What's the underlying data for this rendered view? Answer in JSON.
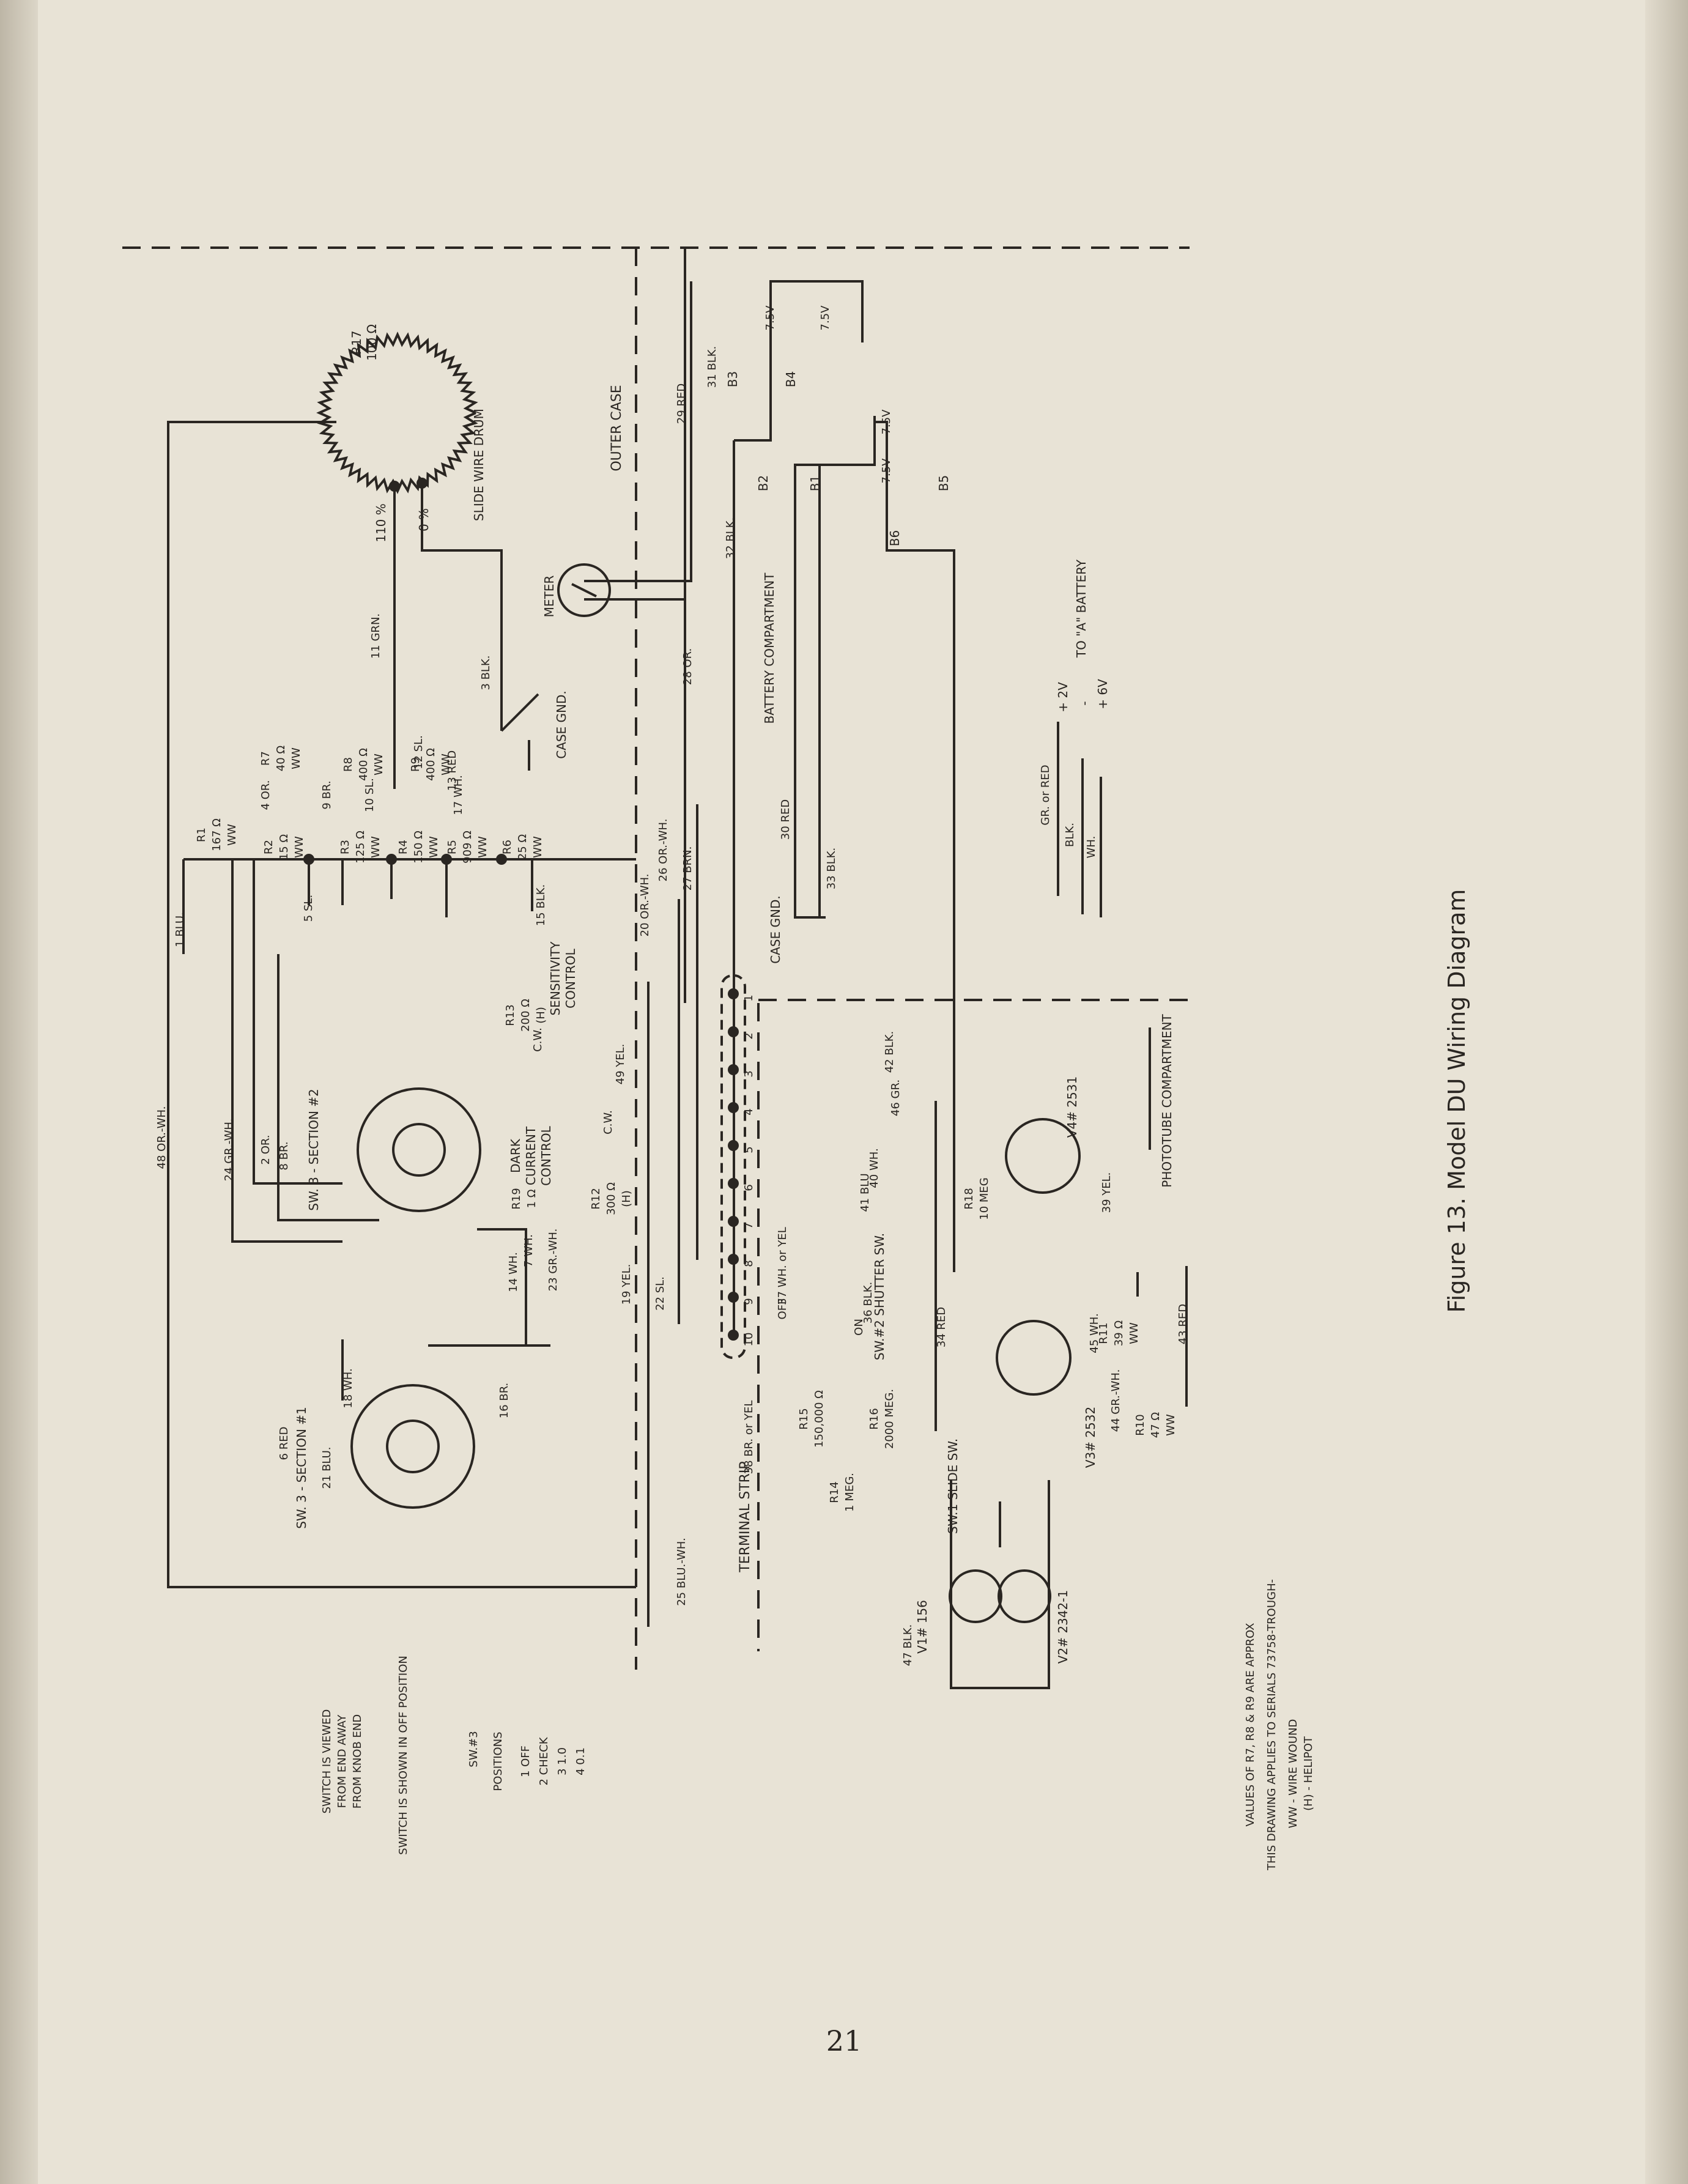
{
  "figure_caption": "Figure 13. Model DU Wiring Diagram",
  "page_number": "21",
  "notes": {
    "values_note": "VALUES OF R7, R8 & R9 ARE APPROX",
    "serials_note": "THIS DRAWING APPLIES TO SERIALS 73758-TROUGH-",
    "ww_legend": "WW - WIRE WOUND",
    "h_legend": "(H) - HELIPOT",
    "switch_view_1": "SWITCH IS VIEWED",
    "switch_view_2": "FROM END AWAY",
    "switch_view_3": "FROM KNOB END",
    "switch_off": "SWITCH IS SHOWN IN OFF POSITION"
  },
  "positions_table": {
    "title": "SW.#3",
    "header": "POSITIONS",
    "rows": [
      "1  OFF",
      "2  CHECK",
      "3  1.0",
      "4  0.1"
    ]
  },
  "labels": {
    "outer_case": "OUTER CASE",
    "battery_compartment": "BATTERY COMPARTMENT",
    "phototube_compartment": "PHOTOTUBE COMPARTMENT",
    "terminal_strip": "TERMINAL STRIP",
    "meter": "METER",
    "case_gnd": "CASE GND.",
    "slide_wire_drum": "SLIDE WIRE DRUM",
    "to_a_battery": "TO \"A\" BATTERY",
    "sw3_section2": "SW. 3 - SECTION #2",
    "sw3_section1": "SW. 3 - SECTION #1",
    "dark_current_1": "DARK",
    "dark_current_2": "CURRENT",
    "dark_current_3": "CONTROL",
    "sensitivity_1": "SENSITIVITY",
    "sensitivity_2": "CONTROL",
    "shutter_sw": "SW.#2 SHUTTER SW.",
    "slide_sw": "SW.1 SLIDE SW.",
    "off": "OFF",
    "on": "ON",
    "cw": "C.W.",
    "plus_2v": "+ 2V",
    "minus": "-",
    "plus_6v": "+ 6V",
    "pct110": "110 %",
    "pct0": "0 %"
  },
  "components": {
    "r17": "R17",
    "r17v": "100 Ω",
    "r1": "R1",
    "r1v": "167 Ω",
    "r1t": "WW",
    "r2": "R2",
    "r2v": "15 Ω",
    "r2t": "WW",
    "r3": "R3",
    "r3v": "125 Ω",
    "r3t": "WW",
    "r4": "R4",
    "r4v": "150 Ω",
    "r4t": "WW",
    "r5": "R5",
    "r5v": "909 Ω",
    "r5t": "WW",
    "r6": "R6",
    "r6v": "25 Ω",
    "r6t": "WW",
    "r7": "R7",
    "r7v": "40 Ω",
    "r7t": "WW",
    "r8": "R8",
    "r8v": "400 Ω",
    "r8t": "WW",
    "r9": "R9",
    "r9v": "400 Ω",
    "r9t": "WW",
    "r10": "R10",
    "r10v": "47 Ω",
    "r10t": "WW",
    "r11": "R11",
    "r11v": "39 Ω",
    "r11t": "WW",
    "r12": "R12",
    "r12v": "300 Ω",
    "r12t": "(H)",
    "r13": "R13",
    "r13v": "200 Ω",
    "r13t": "(H)",
    "r14": "R14",
    "r14v": "1 MEG.",
    "r15": "R15",
    "r15v": "150,000 Ω",
    "r16": "R16",
    "r16v": "2000 MEG.",
    "r18": "R18",
    "r18v": "10 MEG",
    "r19": "R19",
    "r19v": "1 Ω",
    "b1": "B1",
    "b2": "B2",
    "b3": "B3",
    "b4": "B4",
    "b5": "B5",
    "b6": "B6",
    "v75": "7.5V",
    "v1": "V1# 156",
    "v2": "V2# 2342-1",
    "v3": "V3# 2532",
    "v4": "V4# 2531"
  },
  "wires": [
    "1 BLU.",
    "2 OR.",
    "3 BLK.",
    "4 OR.",
    "5 SL.",
    "6 RED",
    "7 WH.",
    "8 BR.",
    "9 BR.",
    "10 SL.",
    "11 GRN.",
    "12 SL.",
    "13 RED",
    "14 WH.",
    "15 BLK.",
    "16 BR.",
    "17 WH.",
    "18 WH.",
    "19 YEL.",
    "20 OR.-WH.",
    "21 BLU.",
    "22 SL.",
    "23 GR.-WH.",
    "24 GR.-WH.",
    "25 BLU.-WH.",
    "26 OR.-WH.",
    "27 BRN.",
    "28 OR.",
    "29 RED",
    "30 RED",
    "31 BLK.",
    "32 BLK.",
    "33 BLK.",
    "34 RED",
    "36 BLK.",
    "37 WH. or YEL",
    "38 BR. or YEL",
    "39 YEL.",
    "40 WH.",
    "41 BLU",
    "42 BLK.",
    "43 RED",
    "44 GR.-WH.",
    "45 WH.",
    "46 GR.",
    "47 BLK.",
    "48 OR.-WH.",
    "49 YEL."
  ],
  "terminals": [
    "1",
    "2",
    "3",
    "4",
    "5",
    "6",
    "7",
    "8",
    "9",
    "10"
  ],
  "supply_leads": [
    "GR. or RED",
    "BLK.",
    "WH."
  ],
  "colors": {
    "paper": "#e8e3d6",
    "ink": "#2a2622"
  }
}
